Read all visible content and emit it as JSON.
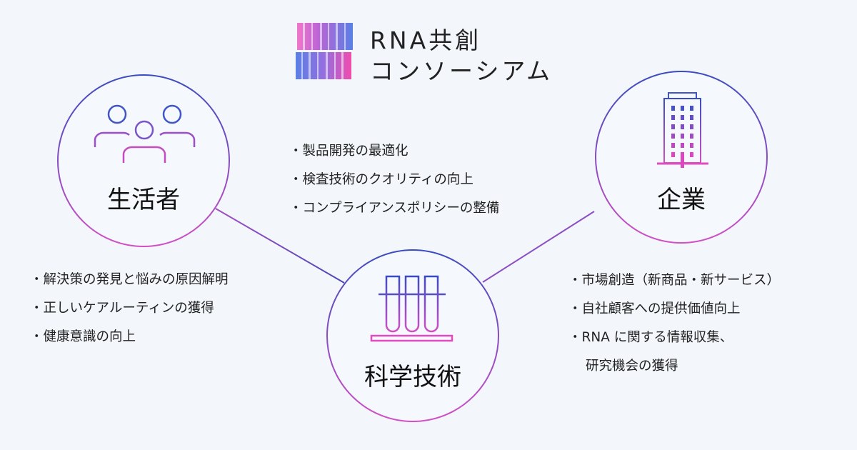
{
  "logo": {
    "line1": "RNA共創",
    "line2": "コンソーシアム"
  },
  "nodes": {
    "consumer": {
      "label": "生活者",
      "icon": "people-icon"
    },
    "company": {
      "label": "企業",
      "icon": "building-icon"
    },
    "science": {
      "label": "科学技術",
      "icon": "test-tubes-icon"
    }
  },
  "lists": {
    "center": [
      "・製品開発の最適化",
      "・検査技術のクオリティの向上",
      "・コンプライアンスポリシーの整備"
    ],
    "left": [
      "・解決策の発見と悩みの原因解明",
      "・正しいケアルーティンの獲得",
      "・健康意識の向上"
    ],
    "right": [
      "・市場創造（新商品・新サービス）",
      "・自社顧客への提供価値向上",
      "・RNA に関する情報収集、",
      "研究機会の獲得"
    ]
  },
  "colors": {
    "blue": "#3a4fc8",
    "magenta": "#d64bbf",
    "pink": "#f03aa8",
    "background": "#f3f7fb"
  }
}
